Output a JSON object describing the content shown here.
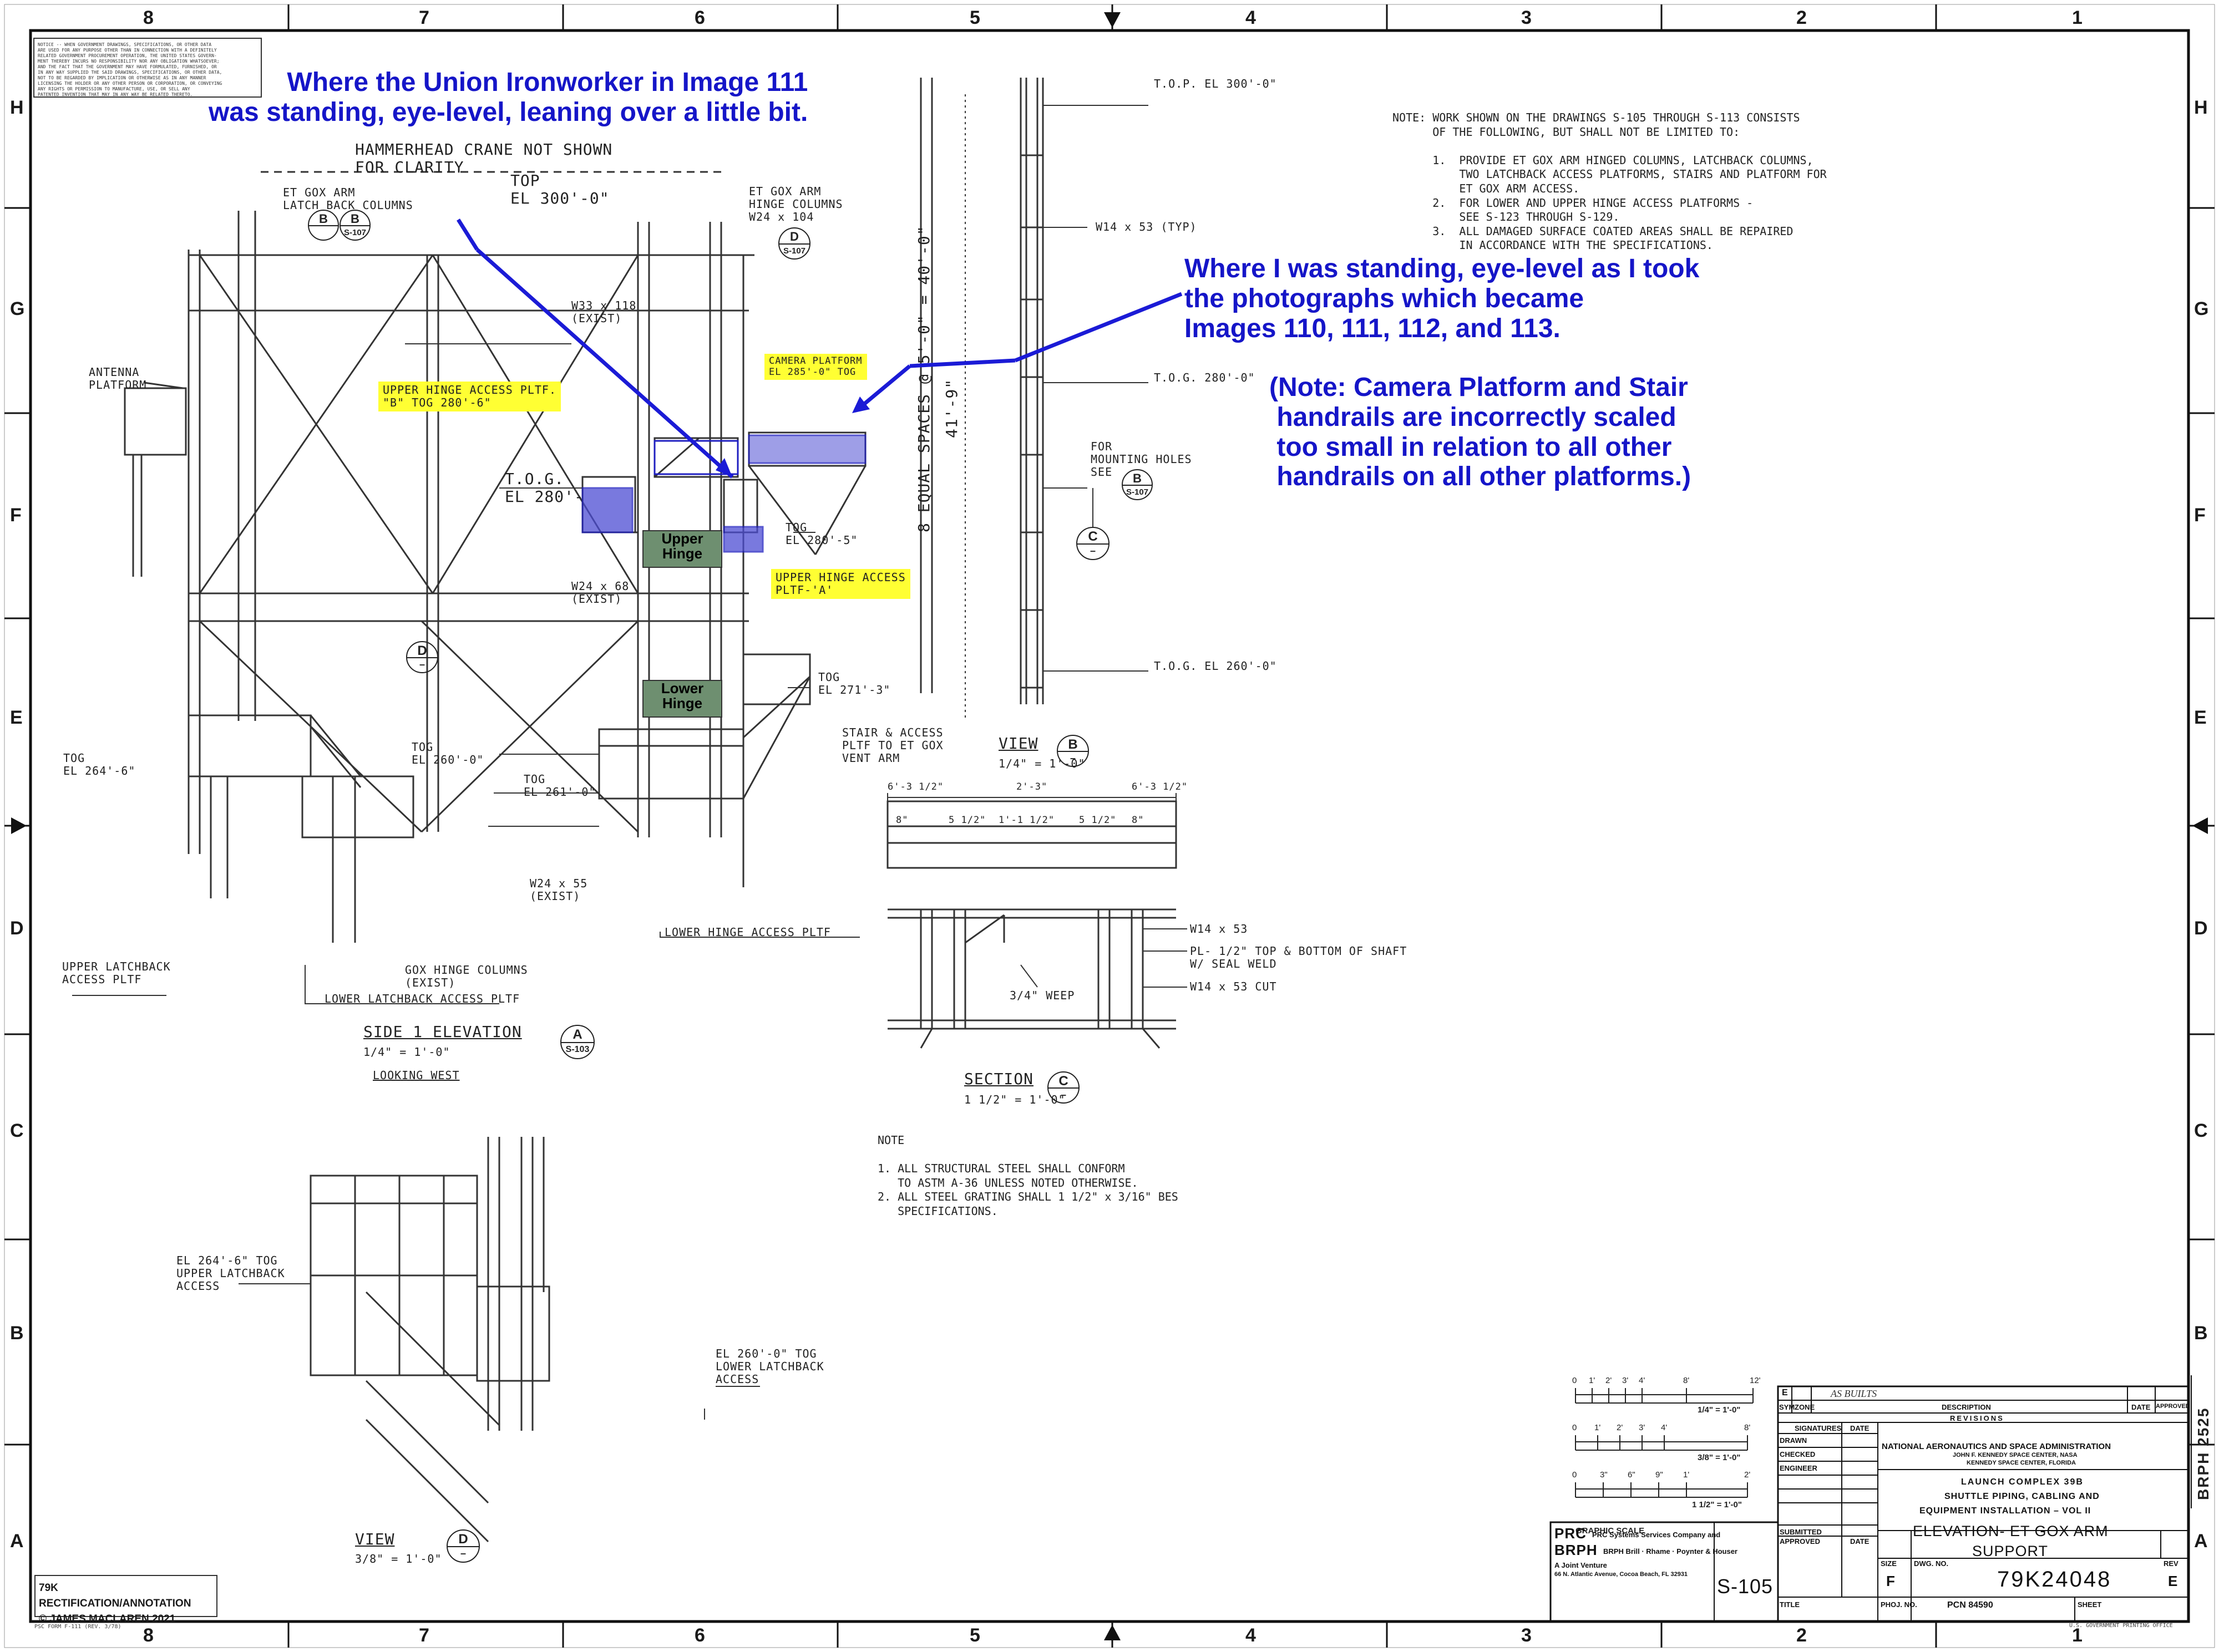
{
  "grid": {
    "columns": [
      "8",
      "7",
      "6",
      "5",
      "4",
      "3",
      "2",
      "1"
    ],
    "rows": [
      "H",
      "G",
      "F",
      "E",
      "D",
      "C",
      "B",
      "A"
    ]
  },
  "disclaimer_lines": [
    "NOTICE -- WHEN GOVERNMENT DRAWINGS, SPECIFICATIONS, OR OTHER DATA",
    "ARE USED FOR ANY PURPOSE OTHER THAN IN CONNECTION WITH A DEFINITELY",
    "RELATED GOVERNMENT PROCUREMENT OPERATION, THE UNITED STATES GOVERN-",
    "MENT THEREBY INCURS NO RESPONSIBILITY NOR ANY OBLIGATION WHATSOEVER;",
    "AND THE FACT THAT THE GOVERNMENT MAY HAVE FORMULATED, FURNISHED, OR",
    "IN ANY WAY SUPPLIED THE SAID DRAWINGS, SPECIFICATIONS, OR OTHER DATA,",
    "NOT TO BE REGARDED BY IMPLICATION OR OTHERWISE AS IN ANY MANNER",
    "LICENSING THE HOLDER OR ANY OTHER PERSON OR CORPORATION, OR CONVEYING",
    "ANY RIGHTS OR PERMISSION TO MANUFACTURE, USE, OR SELL ANY",
    "PATENTED INVENTION THAT MAY IN ANY WAY BE RELATED THERETO."
  ],
  "annotations": {
    "ironworker": "Where the Union Ironworker in Image 111\nwas standing, eye-level, leaning over a little bit.",
    "photographer": "Where I was standing, eye-level as I took\nthe photographs which became\nImages 110, 111, 112, and 113.",
    "scaling_note": "(Note: Camera Platform and Stair\n handrails are incorrectly scaled\n too small in relation to all other\n handrails on all other platforms.)"
  },
  "tags": {
    "upper_hinge": "Upper\nHinge",
    "lower_hinge": "Lower\nHinge"
  },
  "labels": {
    "hammerhead": "HAMMERHEAD CRANE NOT SHOWN\nFOR CLARITY",
    "latch_cols": "ET GOX ARM\nLATCH BACK COLUMNS",
    "top_el": "TOP\nEL 300'-0\"",
    "hinge_cols": "ET GOX ARM\nHINGE COLUMNS\nW24 x 104",
    "w33": "W33 x 118\n(EXIST)",
    "antenna": "ANTENNA\nPLATFORM",
    "camera_plat": "CAMERA PLATFORM\nEL 285'-0\" TOG",
    "upper_b": "UPPER HINGE ACCESS PLTF.\n\"B\" TOG 280'-6\"",
    "tog280": "T.O.G.\nEL 280'-",
    "tog2805": "TOG\nEL 280'-5\"",
    "upper_a": "UPPER HINGE ACCESS\nPLTF-'A'",
    "w24x68": "W24 x 68\n(EXIST)",
    "tog271": "TOG\nEL 271'-3\"",
    "stair": "STAIR & ACCESS\nPLTF TO ET GOX\nVENT ARM",
    "tog264": "TOG\nEL 264'-6\"",
    "tog260": "TOG\nEL 260'-0\"",
    "tog261": "TOG\nEL 261'-0\"",
    "w24x55": "W24 x 55\n(EXIST)",
    "lower_hinge_plat": "LOWER HINGE ACCESS PLTF",
    "upper_latch": "UPPER LATCHBACK\nACCESS PLTF",
    "gox_hinge": "GOX HINGE COLUMNS\n(EXIST)",
    "lower_latch": "LOWER LATCHBACK ACCESS PLTF",
    "top300": "T.O.P. EL 300'-0\"",
    "w14typ": "W14 x 53 (TYP)",
    "tog280b": "T.O.G. 280'-0\"",
    "mounting": "FOR\nMOUNTING HOLES\nSEE",
    "tog260b": "T.O.G. EL 260'-0\"",
    "spaces": "8 EQUAL SPACES @ 5'-0\" = 40'-0\"",
    "dim41": "41'-9\"",
    "w14a": "W14 x 53",
    "plate": "PL- 1/2\" TOP & BOTTOM OF SHAFT\nW/ SEAL WELD",
    "w14cut": "W14 x 53 CUT",
    "weep": "3/4\" WEEP",
    "el264_tog": "EL 264'-6\" TOG\nUPPER LATCHBACK\nACCESS",
    "el260_tog": "EL 260'-0\" TOG\nLOWER LATCHBACK\nACCESS"
  },
  "views": {
    "side_elev_title": "SIDE 1 ELEVATION",
    "side_elev_scale": "1/4\" = 1'-0\"",
    "side_elev_dir": "LOOKING WEST",
    "view_b_title": "VIEW",
    "view_b_scale": "1/4\" = 1'-0\"",
    "section_c_title": "SECTION",
    "section_c_scale": "1 1/2\" = 1'-0\"",
    "view_d_title": "VIEW",
    "view_d_scale": "3/8\" = 1'-0\""
  },
  "bubbles": {
    "a_letter": "A",
    "a_sheet": "S-103",
    "b_letter": "B",
    "b_sheet": "S-107",
    "d_letter": "D",
    "d_sheet": "S-107",
    "c_letter": "C",
    "c_sheet": "–",
    "d2_letter": "D",
    "d2_sheet": "–",
    "b2_letter": "B",
    "b2_sheet": "–"
  },
  "dims": [
    "6'-3 1/2\"",
    "2'-3\"",
    "6'-3 1/2\"",
    "8\"",
    "5 1/2\"",
    "1'-1 1/2\"",
    "5 1/2\"",
    "8\""
  ],
  "general_note": {
    "head": "NOTE:",
    "lines": [
      "WORK SHOWN ON THE DRAWINGS S-105 THROUGH S-113 CONSISTS",
      "OF THE FOLLOWING, BUT SHALL NOT BE LIMITED TO:",
      "",
      "1.  PROVIDE ET GOX ARM HINGED COLUMNS, LATCHBACK COLUMNS,",
      "    TWO LATCHBACK ACCESS PLATFORMS, STAIRS AND PLATFORM FOR",
      "    ET GOX ARM ACCESS.",
      "2.  FOR LOWER AND UPPER HINGE ACCESS PLATFORMS -",
      "    SEE S-123 THROUGH S-129.",
      "3.  ALL DAMAGED SURFACE COATED AREAS SHALL BE REPAIRED",
      "    IN ACCORDANCE WITH THE SPECIFICATIONS."
    ]
  },
  "steel_note": {
    "head": "NOTE",
    "lines": [
      "1. ALL STRUCTURAL STEEL SHALL CONFORM",
      "   TO ASTM A-36 UNLESS NOTED OTHERWISE.",
      "2. ALL STEEL GRATING SHALL 1 1/2\" x 3/16\" BES",
      "   SPECIFICATIONS."
    ]
  },
  "graphic_scale": {
    "label": "GRAPHIC SCALE",
    "s1": "1/4\" = 1'-0\"",
    "s2": "3/8\" = 1'-0\"",
    "s3": "1 1/2\" = 1'-0\"",
    "t1": [
      "0",
      "1'",
      "2'",
      "3'",
      "4'",
      "8'",
      "12'"
    ],
    "t2": [
      "0",
      "1'",
      "2'",
      "3'",
      "4'",
      "8'"
    ],
    "t3": [
      "0",
      "3\"",
      "6\"",
      "9\"",
      "1'",
      "2'"
    ]
  },
  "title_block": {
    "rev_letter": "E",
    "rev_desc": "AS BUILTS",
    "sym": "SYM.",
    "zone": "ZONE",
    "description": "DESCRIPTION",
    "date": "DATE",
    "approved": "APPROVED",
    "revisions": "REVISIONS",
    "signatures": "SIGNATURES",
    "sig_date": "DATE",
    "drawn": "DRAWN",
    "checked": "CHECKED",
    "engineer": "ENGINEER",
    "submitted": "SUBMITTED",
    "approved2": "APPROVED",
    "title_lbl": "TITLE",
    "agency": "NATIONAL AERONAUTICS AND SPACE ADMINISTRATION",
    "center": "JOHN F. KENNEDY SPACE CENTER, NASA",
    "location": "KENNEDY SPACE CENTER, FLORIDA",
    "project1": "LAUNCH COMPLEX 39B",
    "project2": "SHUTTLE PIPING, CABLING AND",
    "project3": "EQUIPMENT INSTALLATION – VOL II",
    "title1": "ELEVATION- ET GOX ARM",
    "title2": "SUPPORT",
    "size_lbl": "SIZE",
    "size": "F",
    "dwg_lbl": "DWG. NO.",
    "dwg_no": "79K24048",
    "rev_lbl": "REV",
    "rev": "E",
    "phoj": "PHOJ. NO.",
    "pcn": "PCN 84590",
    "sheet": "SHEET",
    "sheet_code": "S-105",
    "side_code": "BRPH 2525",
    "prc1": "PRC Systems Services Company and",
    "prc2": "BRPH Brill · Rhame · Poynter & Houser",
    "prc3": "A Joint Venture",
    "prc4": "66 N. Atlantic Avenue, Cocoa Beach, FL 32931",
    "prc_big1": "PRC",
    "prc_big2": "BRPH"
  },
  "rectification": {
    "line1": "79K RECTIFICATION/ANNOTATION",
    "line2": "© JAMES MACLAREN 2021"
  },
  "form_no": "PSC FORM  F-111 (REV. 3/78)",
  "govt_print": "U.S. GOVERNMENT PRINTING OFFICE"
}
